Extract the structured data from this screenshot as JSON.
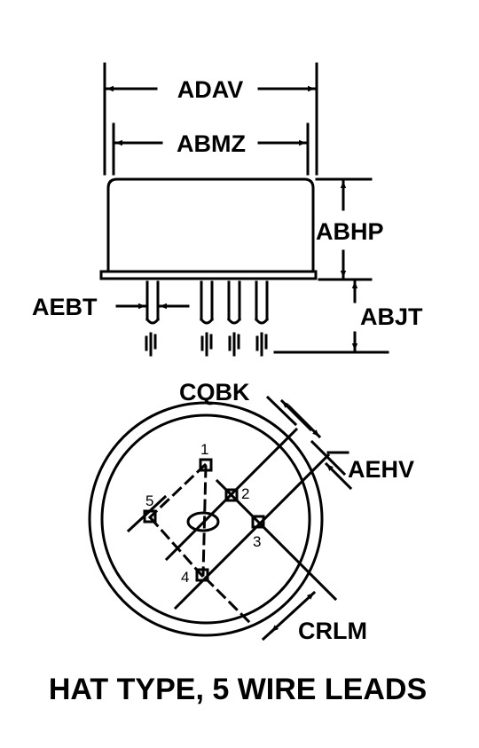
{
  "dimensions": {
    "overall_width": "ADAV",
    "body_width": "ABMZ",
    "body_height": "ABHP",
    "lead_length": "ABJT",
    "lead_diameter": "AEBT",
    "pin_spacing_diag": "CQBK",
    "pin_spacing_perp": "AEHV",
    "flange_rim": "CRLM"
  },
  "pins": {
    "p1": "1",
    "p2": "2",
    "p3": "3",
    "p4": "4",
    "p5": "5"
  },
  "caption": "HAT TYPE, 5 WIRE LEADS"
}
